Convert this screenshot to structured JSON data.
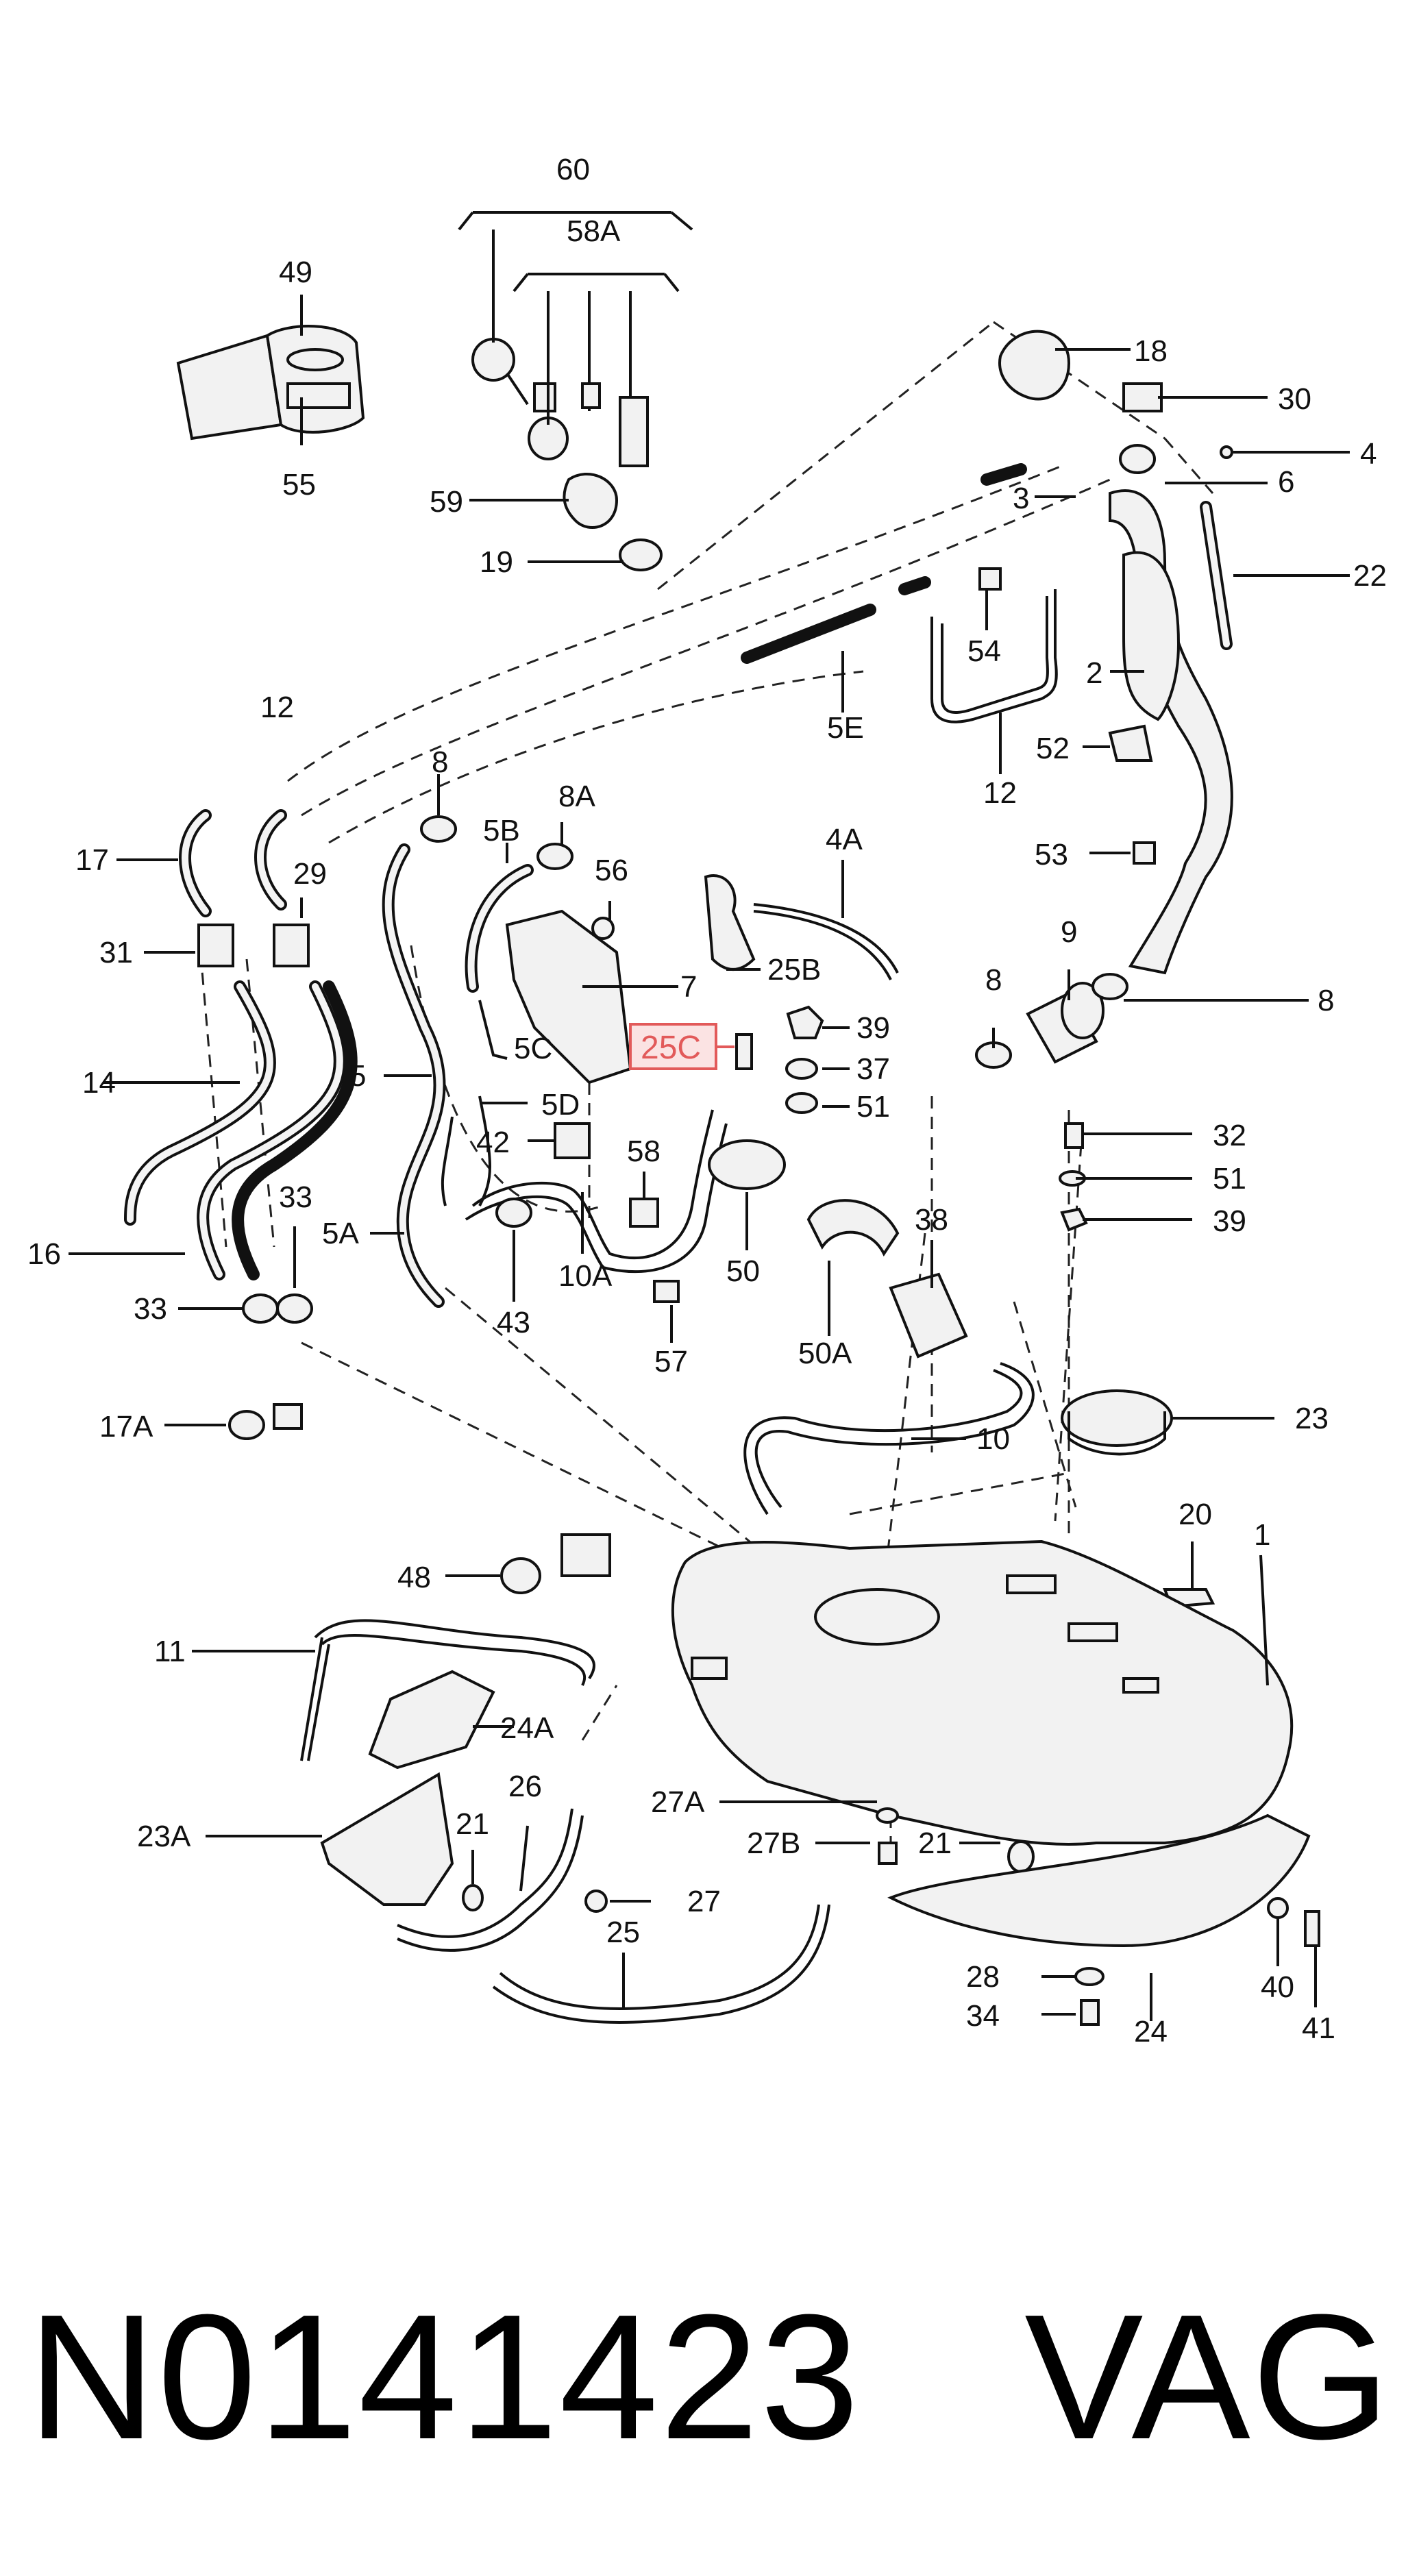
{
  "diagram": {
    "highlight": {
      "label": "25C",
      "color": "#e25a5a"
    },
    "callouts": [
      {
        "id": "60",
        "label": "60"
      },
      {
        "id": "58A",
        "label": "58A"
      },
      {
        "id": "49",
        "label": "49"
      },
      {
        "id": "55",
        "label": "55"
      },
      {
        "id": "59",
        "label": "59"
      },
      {
        "id": "19",
        "label": "19"
      },
      {
        "id": "18",
        "label": "18"
      },
      {
        "id": "30",
        "label": "30"
      },
      {
        "id": "4",
        "label": "4"
      },
      {
        "id": "3",
        "label": "3"
      },
      {
        "id": "6",
        "label": "6"
      },
      {
        "id": "22",
        "label": "22"
      },
      {
        "id": "54",
        "label": "54"
      },
      {
        "id": "2",
        "label": "2"
      },
      {
        "id": "5E",
        "label": "5E"
      },
      {
        "id": "12a",
        "label": "12"
      },
      {
        "id": "52",
        "label": "52"
      },
      {
        "id": "12b",
        "label": "12"
      },
      {
        "id": "8a",
        "label": "8"
      },
      {
        "id": "8A",
        "label": "8A"
      },
      {
        "id": "5B",
        "label": "5B"
      },
      {
        "id": "4A",
        "label": "4A"
      },
      {
        "id": "17",
        "label": "17"
      },
      {
        "id": "29",
        "label": "29"
      },
      {
        "id": "56",
        "label": "56"
      },
      {
        "id": "53",
        "label": "53"
      },
      {
        "id": "9",
        "label": "9"
      },
      {
        "id": "31",
        "label": "31"
      },
      {
        "id": "25B",
        "label": "25B"
      },
      {
        "id": "7",
        "label": "7"
      },
      {
        "id": "8b",
        "label": "8"
      },
      {
        "id": "8c",
        "label": "8"
      },
      {
        "id": "39a",
        "label": "39"
      },
      {
        "id": "14",
        "label": "14"
      },
      {
        "id": "5",
        "label": "5"
      },
      {
        "id": "5C",
        "label": "5C"
      },
      {
        "id": "37",
        "label": "37"
      },
      {
        "id": "5D",
        "label": "5D"
      },
      {
        "id": "51a",
        "label": "51"
      },
      {
        "id": "42",
        "label": "42"
      },
      {
        "id": "58",
        "label": "58"
      },
      {
        "id": "32",
        "label": "32"
      },
      {
        "id": "33a",
        "label": "33"
      },
      {
        "id": "5A",
        "label": "5A"
      },
      {
        "id": "51b",
        "label": "51"
      },
      {
        "id": "38",
        "label": "38"
      },
      {
        "id": "39b",
        "label": "39"
      },
      {
        "id": "16",
        "label": "16"
      },
      {
        "id": "50",
        "label": "50"
      },
      {
        "id": "10A",
        "label": "10A"
      },
      {
        "id": "33b",
        "label": "33"
      },
      {
        "id": "43",
        "label": "43"
      },
      {
        "id": "57",
        "label": "57"
      },
      {
        "id": "50A",
        "label": "50A"
      },
      {
        "id": "23",
        "label": "23"
      },
      {
        "id": "17A",
        "label": "17A"
      },
      {
        "id": "10",
        "label": "10"
      },
      {
        "id": "20",
        "label": "20"
      },
      {
        "id": "48",
        "label": "48"
      },
      {
        "id": "1",
        "label": "1"
      },
      {
        "id": "11",
        "label": "11"
      },
      {
        "id": "24A",
        "label": "24A"
      },
      {
        "id": "26",
        "label": "26"
      },
      {
        "id": "27A",
        "label": "27A"
      },
      {
        "id": "23A",
        "label": "23A"
      },
      {
        "id": "21a",
        "label": "21"
      },
      {
        "id": "27B",
        "label": "27B"
      },
      {
        "id": "21b",
        "label": "21"
      },
      {
        "id": "27",
        "label": "27"
      },
      {
        "id": "25",
        "label": "25"
      },
      {
        "id": "28",
        "label": "28"
      },
      {
        "id": "40",
        "label": "40"
      },
      {
        "id": "34",
        "label": "34"
      },
      {
        "id": "24",
        "label": "24"
      },
      {
        "id": "41",
        "label": "41"
      }
    ]
  },
  "footer": {
    "part_number": "N0141423",
    "brand": "VAG"
  }
}
